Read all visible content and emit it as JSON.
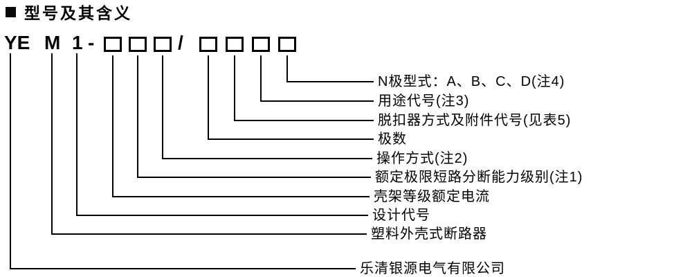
{
  "heading": {
    "title": "型号及其含义"
  },
  "model": {
    "company_code": "YE",
    "type_code": "M",
    "design_code": "1",
    "hyphen": "-",
    "slash": "/"
  },
  "labels": [
    {
      "text": "N极型式：A、B、C、D(注4)"
    },
    {
      "text": "用途代号(注3)"
    },
    {
      "text": "脱扣器方式及附件代号(见表5)"
    },
    {
      "text": "极数"
    },
    {
      "text": "操作方式(注2)"
    },
    {
      "text": "额定极限短路分断能力级别(注1)"
    },
    {
      "text": "壳架等级额定电流"
    },
    {
      "text": "设计代号"
    },
    {
      "text": "塑料外壳式断路器"
    },
    {
      "text": "乐清银源电气有限公司"
    }
  ],
  "colors": {
    "ink": "#000000",
    "background": "#ffffff"
  }
}
